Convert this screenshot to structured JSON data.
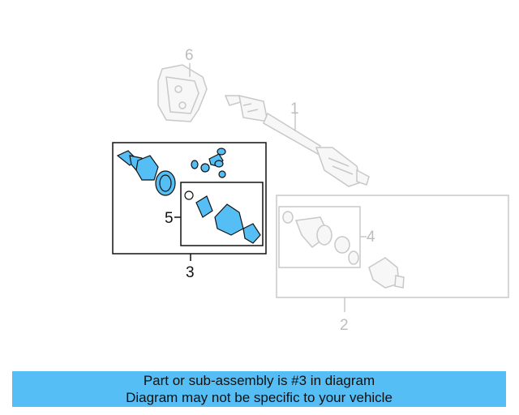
{
  "diagram": {
    "callouts": {
      "c1": "1",
      "c2": "2",
      "c3": "3",
      "c4": "4",
      "c5": "5",
      "c6": "6"
    },
    "colors": {
      "highlight": "#55bff5",
      "ghost_line": "#c8c8c8",
      "outline": "#111111"
    }
  },
  "banner": {
    "line1": "Part or sub-assembly is #3 in diagram",
    "line2": "Diagram may not be specific to your vehicle",
    "color": "#55bff5"
  }
}
